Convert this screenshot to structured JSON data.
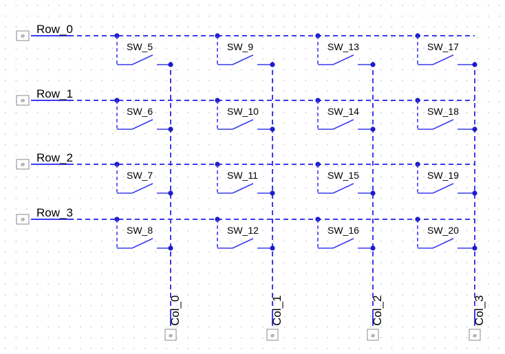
{
  "row_nets": [
    "Row_0",
    "Row_1",
    "Row_2",
    "Row_3"
  ],
  "col_nets": [
    "Col_0",
    "Col_1",
    "Col_2",
    "Col_3"
  ],
  "switches": [
    [
      "SW_5",
      "SW_9",
      "SW_13",
      "SW_17"
    ],
    [
      "SW_6",
      "SW_10",
      "SW_14",
      "SW_18"
    ],
    [
      "SW_7",
      "SW_11",
      "SW_15",
      "SW_19"
    ],
    [
      "SW_8",
      "SW_12",
      "SW_16",
      "SW_20"
    ]
  ],
  "port_glyph": "꩜",
  "colors": {
    "wire": "#3a3af0",
    "junction": "#1c1ccc",
    "grid": "#c8c8c8",
    "text": "#000000"
  }
}
